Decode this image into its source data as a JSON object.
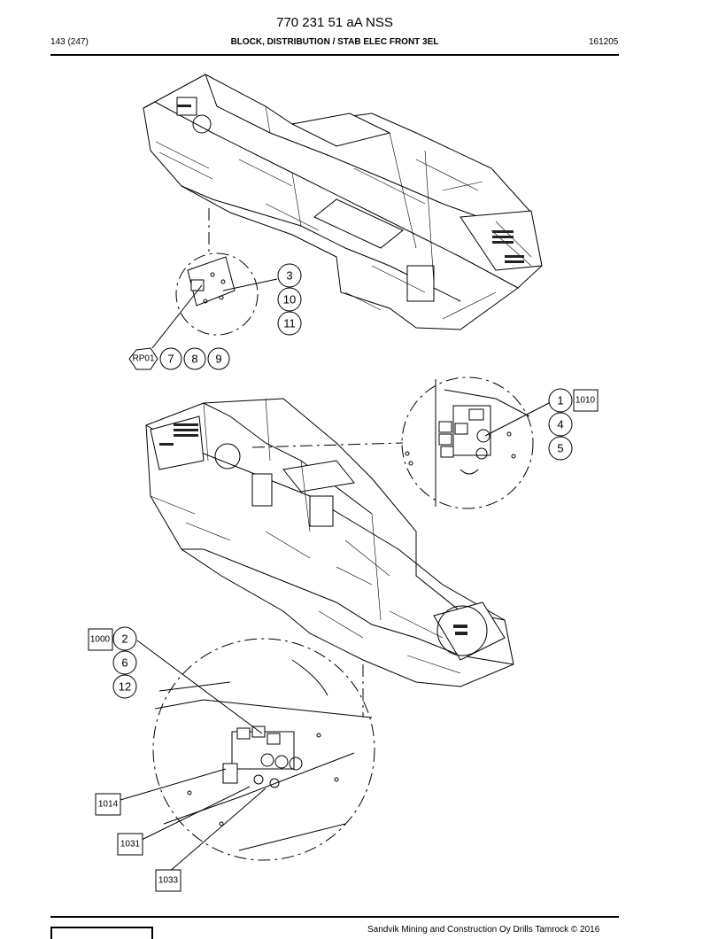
{
  "header": {
    "doc_number": "770 231 51 aA NSS",
    "page_count": "143 (247)",
    "title": "BLOCK, DISTRIBUTION / STAB ELEC FRONT 3EL",
    "date": "161205"
  },
  "footer": {
    "copyright": "Sandvik Mining and Construction Oy Drills Tamrock © 2016"
  },
  "callouts": {
    "c3": "3",
    "c10": "10",
    "c11": "11",
    "rp01": "RP01",
    "c7": "7",
    "c8": "8",
    "c9": "9",
    "c1": "1",
    "b1010": "1010",
    "c4": "4",
    "c5": "5",
    "b1000": "1000",
    "c2": "2",
    "c6": "6",
    "c12": "12",
    "b1014": "1014",
    "b1031": "1031",
    "b1033": "1033"
  }
}
